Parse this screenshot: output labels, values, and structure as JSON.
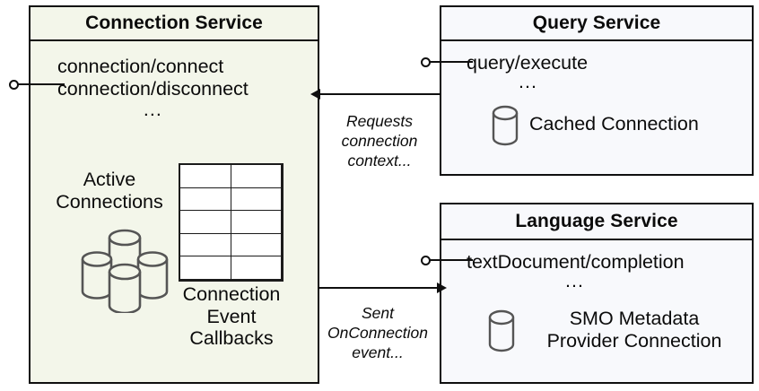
{
  "diagram": {
    "type": "uml-component-diagram",
    "colors": {
      "connection_service_fill": "#f3f6ea",
      "service_fill": "#f8f9fc",
      "stroke": "#0f0f0f",
      "glyph_stroke": "#555555"
    }
  },
  "connection_service": {
    "title": "Connection Service",
    "interfaces": [
      "connection/connect",
      "connection/disconnect"
    ],
    "ellipsis": "...",
    "active_connections_label_line1": "Active",
    "active_connections_label_line2": "Connections",
    "active_connections_icon": "database-stack-icon",
    "callbacks_label_line1": "Connection",
    "callbacks_label_line2": "Event",
    "callbacks_label_line3": "Callbacks",
    "callbacks_grid": {
      "rows": 5,
      "cols": 2
    },
    "provided_interface_icon": "lollipop-interface-icon"
  },
  "query_service": {
    "title": "Query Service",
    "interfaces": [
      "query/execute"
    ],
    "ellipsis": "...",
    "resource_label": "Cached Connection",
    "resource_icon": "database-cylinder-icon",
    "provided_interface_icon": "lollipop-interface-icon"
  },
  "language_service": {
    "title": "Language Service",
    "interfaces": [
      "textDocument/completion"
    ],
    "ellipsis": "...",
    "resource_label_line1": "SMO Metadata",
    "resource_label_line2": "Provider Connection",
    "resource_icon": "database-cylinder-icon",
    "provided_interface_icon": "lollipop-interface-icon"
  },
  "edges": [
    {
      "id": "query-to-connection",
      "from": "query_service",
      "to": "connection_service",
      "direction": "left",
      "label_line1": "Requests",
      "label_line2": "connection",
      "label_line3": "context..."
    },
    {
      "id": "connection-to-language",
      "from": "connection_service",
      "to": "language_service",
      "direction": "right",
      "label_line1": "Sent",
      "label_line2": "OnConnection",
      "label_line3": "event..."
    }
  ]
}
